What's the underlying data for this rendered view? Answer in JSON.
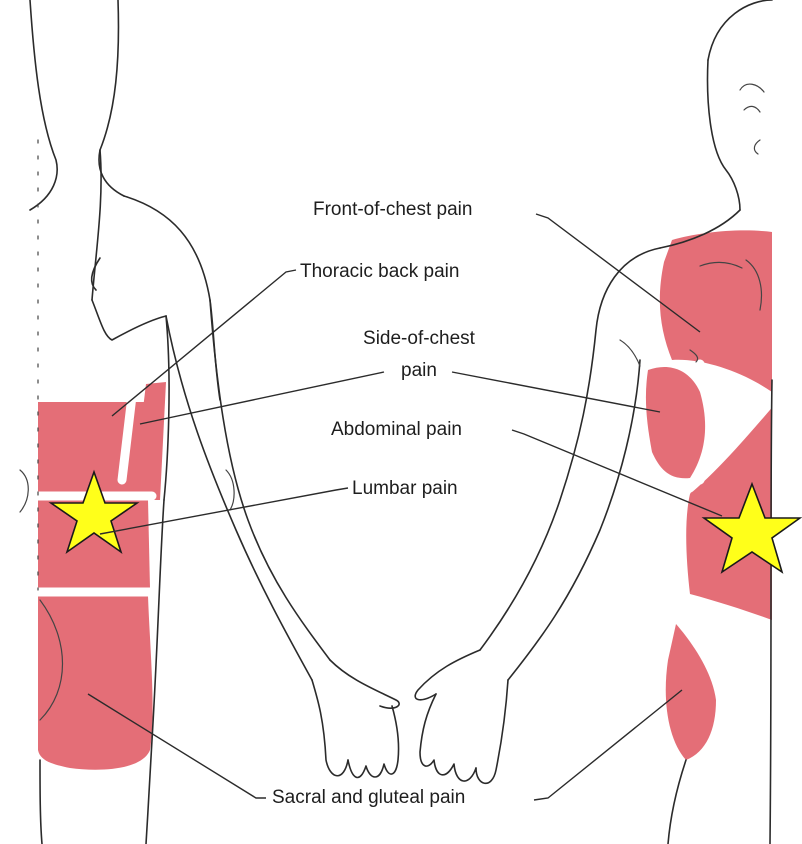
{
  "colors": {
    "pain_region": "#e46e77",
    "outline": "#2b2b2b",
    "star_fill": "#ffff1a",
    "star_stroke": "#1a1a1a",
    "background": "#ffffff"
  },
  "labels": {
    "front_chest": "Front-of-chest pain",
    "thoracic_back": "Thoracic back pain",
    "side_chest_line1": "Side-of-chest",
    "side_chest_line2": "pain",
    "abdominal": "Abdominal pain",
    "lumbar": "Lumbar pain",
    "sacral_gluteal": "Sacral and gluteal pain"
  },
  "markers": [
    {
      "icon": "star-icon",
      "region": "lumbar"
    },
    {
      "icon": "star-icon",
      "region": "abdominal"
    }
  ]
}
